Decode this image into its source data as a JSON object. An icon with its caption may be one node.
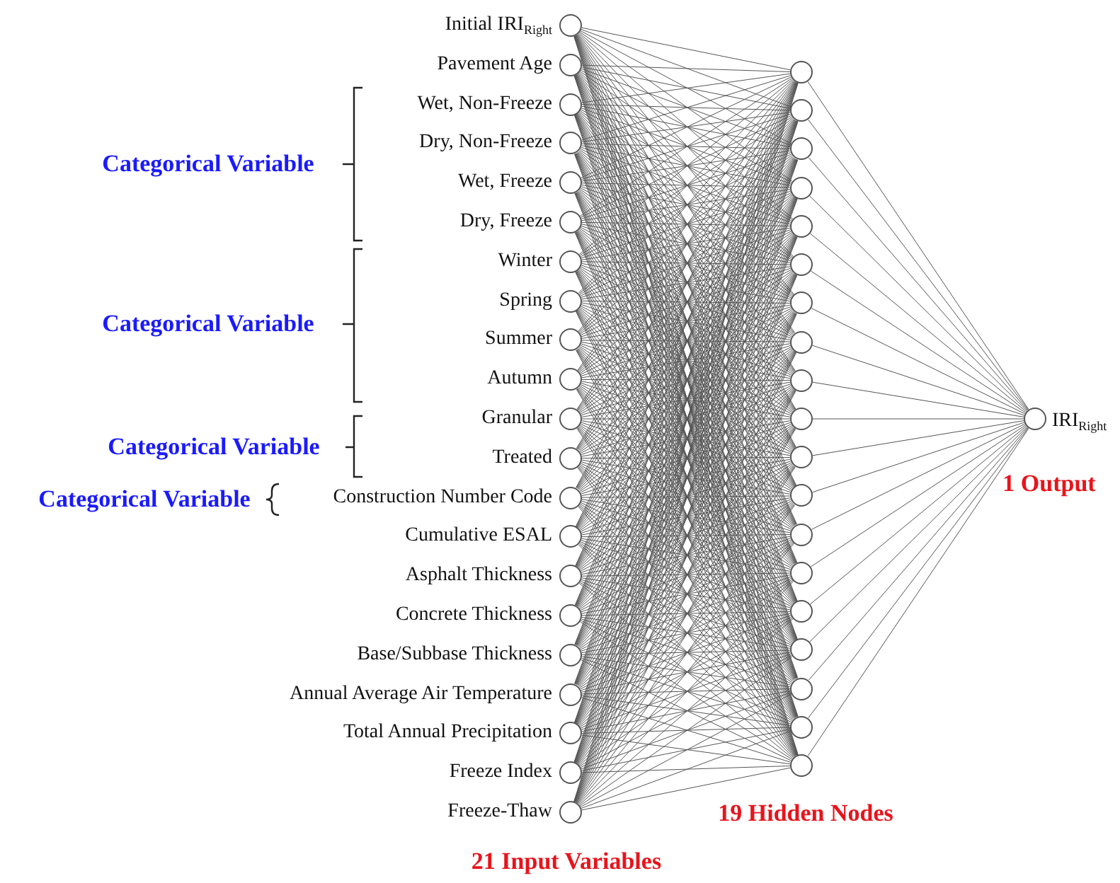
{
  "diagram": {
    "nodes": [
      {
        "text": [],
        "shape": "circle",
        "beside": [
          "Initial IRI$_{Right}$"
        ]
      },
      {
        "text": [],
        "shape": "circle",
        "beside": [
          "Pavement Age"
        ]
      },
      {
        "text": [],
        "shape": "circle",
        "beside": [
          "Wet, Non-Freeze"
        ]
      },
      {
        "text": [],
        "shape": "circle",
        "beside": [
          "Dry, Non-Freeze"
        ]
      },
      {
        "text": [],
        "shape": "circle",
        "beside": [
          "Wet, Freeze"
        ]
      },
      {
        "text": [],
        "shape": "circle",
        "beside": [
          "Dry, Freeze"
        ]
      },
      {
        "text": [],
        "shape": "circle",
        "beside": [
          "Winter"
        ]
      },
      {
        "text": [],
        "shape": "circle",
        "beside": [
          "Spring"
        ]
      },
      {
        "text": [],
        "shape": "circle",
        "beside": [
          "Summer"
        ]
      },
      {
        "text": [],
        "shape": "circle",
        "beside": [
          "Autumn"
        ]
      },
      {
        "text": [],
        "shape": "circle",
        "beside": [
          "Granular"
        ]
      },
      {
        "text": [],
        "shape": "circle",
        "beside": [
          "Treated"
        ]
      },
      {
        "text": [],
        "shape": "circle",
        "beside": [
          "Construction Number Code"
        ]
      },
      {
        "text": [],
        "shape": "circle",
        "beside": [
          "Cumulative ESAL"
        ]
      },
      {
        "text": [],
        "shape": "circle",
        "beside": [
          "Asphalt Thickness"
        ]
      },
      {
        "text": [],
        "shape": "circle",
        "beside": [
          "Concrete Thickness"
        ]
      },
      {
        "text": [],
        "shape": "circle",
        "beside": [
          "Base/Subbase Thickness"
        ]
      },
      {
        "text": [],
        "shape": "circle",
        "beside": [
          "Annual Average Air Temperature"
        ]
      },
      {
        "text": [],
        "shape": "circle",
        "beside": [
          "Total Annual Precipitation"
        ]
      },
      {
        "text": [],
        "shape": "circle",
        "beside": [
          "Freeze Index"
        ]
      },
      {
        "text": [],
        "shape": "circle",
        "beside": [
          "Freeze-Thaw"
        ]
      },
      {
        "text": [],
        "shape": "circle"
      },
      {
        "text": [],
        "shape": "circle"
      },
      {
        "text": [],
        "shape": "circle"
      },
      {
        "text": [],
        "shape": "circle"
      },
      {
        "text": [],
        "shape": "circle"
      },
      {
        "text": [],
        "shape": "circle"
      },
      {
        "text": [],
        "shape": "circle"
      },
      {
        "text": [],
        "shape": "circle"
      },
      {
        "text": [],
        "shape": "circle"
      },
      {
        "text": [],
        "shape": "circle"
      },
      {
        "text": [],
        "shape": "circle"
      },
      {
        "text": [],
        "shape": "circle"
      },
      {
        "text": [],
        "shape": "circle"
      },
      {
        "text": [],
        "shape": "circle"
      },
      {
        "text": [],
        "shape": "circle"
      },
      {
        "text": [],
        "shape": "circle"
      },
      {
        "text": [],
        "shape": "circle"
      },
      {
        "text": [],
        "shape": "circle"
      },
      {
        "text": [],
        "shape": "circle"
      },
      {
        "text": [],
        "shape": "circle",
        "beside": [
          "IRI$_{Right}$"
        ]
      }
    ],
    "edges": [
      {
        "from": 0,
        "to": 21,
        "arrow": "none"
      },
      {
        "from": 0,
        "to": 22,
        "arrow": "none"
      },
      {
        "from": 0,
        "to": 23,
        "arrow": "none"
      },
      {
        "from": 0,
        "to": 24,
        "arrow": "none"
      },
      {
        "from": 0,
        "to": 25,
        "arrow": "none"
      },
      {
        "from": 0,
        "to": 26,
        "arrow": "none"
      },
      {
        "from": 0,
        "to": 27,
        "arrow": "none"
      },
      {
        "from": 0,
        "to": 28,
        "arrow": "none"
      },
      {
        "from": 0,
        "to": 29,
        "arrow": "none"
      },
      {
        "from": 0,
        "to": 30,
        "arrow": "none"
      },
      {
        "from": 0,
        "to": 31,
        "arrow": "none"
      },
      {
        "from": 0,
        "to": 32,
        "arrow": "none"
      },
      {
        "from": 0,
        "to": 33,
        "arrow": "none"
      },
      {
        "from": 0,
        "to": 34,
        "arrow": "none"
      },
      {
        "from": 0,
        "to": 35,
        "arrow": "none"
      },
      {
        "from": 0,
        "to": 36,
        "arrow": "none"
      },
      {
        "from": 0,
        "to": 37,
        "arrow": "none"
      },
      {
        "from": 0,
        "to": 38,
        "arrow": "none"
      },
      {
        "from": 0,
        "to": 39,
        "arrow": "none"
      },
      {
        "from": 1,
        "to": 21,
        "arrow": "none"
      },
      {
        "from": 1,
        "to": 22,
        "arrow": "none"
      },
      {
        "from": 1,
        "to": 23,
        "arrow": "none"
      },
      {
        "from": 1,
        "to": 24,
        "arrow": "none"
      },
      {
        "from": 1,
        "to": 25,
        "arrow": "none"
      },
      {
        "from": 1,
        "to": 26,
        "arrow": "none"
      },
      {
        "from": 1,
        "to": 27,
        "arrow": "none"
      },
      {
        "from": 1,
        "to": 28,
        "arrow": "none"
      },
      {
        "from": 1,
        "to": 29,
        "arrow": "none"
      },
      {
        "from": 1,
        "to": 30,
        "arrow": "none"
      },
      {
        "from": 1,
        "to": 31,
        "arrow": "none"
      },
      {
        "from": 1,
        "to": 32,
        "arrow": "none"
      },
      {
        "from": 1,
        "to": 33,
        "arrow": "none"
      },
      {
        "from": 1,
        "to": 34,
        "arrow": "none"
      },
      {
        "from": 1,
        "to": 35,
        "arrow": "none"
      },
      {
        "from": 1,
        "to": 36,
        "arrow": "none"
      },
      {
        "from": 1,
        "to": 37,
        "arrow": "none"
      },
      {
        "from": 1,
        "to": 38,
        "arrow": "none"
      },
      {
        "from": 1,
        "to": 39,
        "arrow": "none"
      },
      {
        "from": 2,
        "to": 21,
        "arrow": "none"
      },
      {
        "from": 2,
        "to": 22,
        "arrow": "none"
      },
      {
        "from": 2,
        "to": 23,
        "arrow": "none"
      },
      {
        "from": 2,
        "to": 24,
        "arrow": "none"
      },
      {
        "from": 2,
        "to": 25,
        "arrow": "none"
      },
      {
        "from": 2,
        "to": 26,
        "arrow": "none"
      },
      {
        "from": 2,
        "to": 27,
        "arrow": "none"
      },
      {
        "from": 2,
        "to": 28,
        "arrow": "none"
      },
      {
        "from": 2,
        "to": 29,
        "arrow": "none"
      },
      {
        "from": 2,
        "to": 30,
        "arrow": "none"
      },
      {
        "from": 2,
        "to": 31,
        "arrow": "none"
      },
      {
        "from": 2,
        "to": 32,
        "arrow": "none"
      },
      {
        "from": 2,
        "to": 33,
        "arrow": "none"
      },
      {
        "from": 2,
        "to": 34,
        "arrow": "none"
      },
      {
        "from": 2,
        "to": 35,
        "arrow": "none"
      },
      {
        "from": 2,
        "to": 36,
        "arrow": "none"
      },
      {
        "from": 2,
        "to": 37,
        "arrow": "none"
      },
      {
        "from": 2,
        "to": 38,
        "arrow": "none"
      },
      {
        "from": 2,
        "to": 39,
        "arrow": "none"
      },
      {
        "from": 3,
        "to": 21,
        "arrow": "none"
      },
      {
        "from": 3,
        "to": 22,
        "arrow": "none"
      },
      {
        "from": 3,
        "to": 23,
        "arrow": "none"
      },
      {
        "from": 3,
        "to": 24,
        "arrow": "none"
      },
      {
        "from": 3,
        "to": 25,
        "arrow": "none"
      },
      {
        "from": 3,
        "to": 26,
        "arrow": "none"
      },
      {
        "from": 3,
        "to": 27,
        "arrow": "none"
      },
      {
        "from": 3,
        "to": 28,
        "arrow": "none"
      },
      {
        "from": 3,
        "to": 29,
        "arrow": "none"
      },
      {
        "from": 3,
        "to": 30,
        "arrow": "none"
      },
      {
        "from": 3,
        "to": 31,
        "arrow": "none"
      },
      {
        "from": 3,
        "to": 32,
        "arrow": "none"
      },
      {
        "from": 3,
        "to": 33,
        "arrow": "none"
      },
      {
        "from": 3,
        "to": 34,
        "arrow": "none"
      },
      {
        "from": 3,
        "to": 35,
        "arrow": "none"
      },
      {
        "from": 3,
        "to": 36,
        "arrow": "none"
      },
      {
        "from": 3,
        "to": 37,
        "arrow": "none"
      },
      {
        "from": 3,
        "to": 38,
        "arrow": "none"
      },
      {
        "from": 3,
        "to": 39,
        "arrow": "none"
      },
      {
        "from": 4,
        "to": 21,
        "arrow": "none"
      },
      {
        "from": 4,
        "to": 22,
        "arrow": "none"
      },
      {
        "from": 4,
        "to": 23,
        "arrow": "none"
      },
      {
        "from": 4,
        "to": 24,
        "arrow": "none"
      },
      {
        "from": 4,
        "to": 25,
        "arrow": "none"
      },
      {
        "from": 4,
        "to": 26,
        "arrow": "none"
      },
      {
        "from": 4,
        "to": 27,
        "arrow": "none"
      },
      {
        "from": 4,
        "to": 28,
        "arrow": "none"
      },
      {
        "from": 4,
        "to": 29,
        "arrow": "none"
      },
      {
        "from": 4,
        "to": 30,
        "arrow": "none"
      },
      {
        "from": 4,
        "to": 31,
        "arrow": "none"
      },
      {
        "from": 4,
        "to": 32,
        "arrow": "none"
      },
      {
        "from": 4,
        "to": 33,
        "arrow": "none"
      },
      {
        "from": 4,
        "to": 34,
        "arrow": "none"
      },
      {
        "from": 4,
        "to": 35,
        "arrow": "none"
      },
      {
        "from": 4,
        "to": 36,
        "arrow": "none"
      },
      {
        "from": 4,
        "to": 37,
        "arrow": "none"
      },
      {
        "from": 4,
        "to": 38,
        "arrow": "none"
      },
      {
        "from": 4,
        "to": 39,
        "arrow": "none"
      },
      {
        "from": 5,
        "to": 21,
        "arrow": "none"
      },
      {
        "from": 5,
        "to": 22,
        "arrow": "none"
      },
      {
        "from": 5,
        "to": 23,
        "arrow": "none"
      },
      {
        "from": 5,
        "to": 24,
        "arrow": "none"
      },
      {
        "from": 5,
        "to": 25,
        "arrow": "none"
      },
      {
        "from": 5,
        "to": 26,
        "arrow": "none"
      },
      {
        "from": 5,
        "to": 27,
        "arrow": "none"
      },
      {
        "from": 5,
        "to": 28,
        "arrow": "none"
      },
      {
        "from": 5,
        "to": 29,
        "arrow": "none"
      },
      {
        "from": 5,
        "to": 30,
        "arrow": "none"
      },
      {
        "from": 5,
        "to": 31,
        "arrow": "none"
      },
      {
        "from": 5,
        "to": 32,
        "arrow": "none"
      },
      {
        "from": 5,
        "to": 33,
        "arrow": "none"
      },
      {
        "from": 5,
        "to": 34,
        "arrow": "none"
      },
      {
        "from": 5,
        "to": 35,
        "arrow": "none"
      },
      {
        "from": 5,
        "to": 36,
        "arrow": "none"
      },
      {
        "from": 5,
        "to": 37,
        "arrow": "none"
      },
      {
        "from": 5,
        "to": 38,
        "arrow": "none"
      },
      {
        "from": 5,
        "to": 39,
        "arrow": "none"
      },
      {
        "from": 6,
        "to": 21,
        "arrow": "none"
      },
      {
        "from": 6,
        "to": 22,
        "arrow": "none"
      },
      {
        "from": 6,
        "to": 23,
        "arrow": "none"
      },
      {
        "from": 6,
        "to": 24,
        "arrow": "none"
      },
      {
        "from": 6,
        "to": 25,
        "arrow": "none"
      },
      {
        "from": 6,
        "to": 26,
        "arrow": "none"
      },
      {
        "from": 6,
        "to": 27,
        "arrow": "none"
      },
      {
        "from": 6,
        "to": 28,
        "arrow": "none"
      },
      {
        "from": 6,
        "to": 29,
        "arrow": "none"
      },
      {
        "from": 6,
        "to": 30,
        "arrow": "none"
      },
      {
        "from": 6,
        "to": 31,
        "arrow": "none"
      },
      {
        "from": 6,
        "to": 32,
        "arrow": "none"
      },
      {
        "from": 6,
        "to": 33,
        "arrow": "none"
      },
      {
        "from": 6,
        "to": 34,
        "arrow": "none"
      },
      {
        "from": 6,
        "to": 35,
        "arrow": "none"
      },
      {
        "from": 6,
        "to": 36,
        "arrow": "none"
      },
      {
        "from": 6,
        "to": 37,
        "arrow": "none"
      },
      {
        "from": 6,
        "to": 38,
        "arrow": "none"
      },
      {
        "from": 6,
        "to": 39,
        "arrow": "none"
      },
      {
        "from": 7,
        "to": 21,
        "arrow": "none"
      },
      {
        "from": 7,
        "to": 22,
        "arrow": "none"
      },
      {
        "from": 7,
        "to": 23,
        "arrow": "none"
      },
      {
        "from": 7,
        "to": 24,
        "arrow": "none"
      },
      {
        "from": 7,
        "to": 25,
        "arrow": "none"
      },
      {
        "from": 7,
        "to": 26,
        "arrow": "none"
      },
      {
        "from": 7,
        "to": 27,
        "arrow": "none"
      },
      {
        "from": 7,
        "to": 28,
        "arrow": "none"
      },
      {
        "from": 7,
        "to": 29,
        "arrow": "none"
      },
      {
        "from": 7,
        "to": 30,
        "arrow": "none"
      },
      {
        "from": 7,
        "to": 31,
        "arrow": "none"
      },
      {
        "from": 7,
        "to": 32,
        "arrow": "none"
      },
      {
        "from": 7,
        "to": 33,
        "arrow": "none"
      },
      {
        "from": 7,
        "to": 34,
        "arrow": "none"
      },
      {
        "from": 7,
        "to": 35,
        "arrow": "none"
      },
      {
        "from": 7,
        "to": 36,
        "arrow": "none"
      },
      {
        "from": 7,
        "to": 37,
        "arrow": "none"
      },
      {
        "from": 7,
        "to": 38,
        "arrow": "none"
      },
      {
        "from": 7,
        "to": 39,
        "arrow": "none"
      },
      {
        "from": 8,
        "to": 21,
        "arrow": "none"
      },
      {
        "from": 8,
        "to": 22,
        "arrow": "none"
      },
      {
        "from": 8,
        "to": 23,
        "arrow": "none"
      },
      {
        "from": 8,
        "to": 24,
        "arrow": "none"
      },
      {
        "from": 8,
        "to": 25,
        "arrow": "none"
      },
      {
        "from": 8,
        "to": 26,
        "arrow": "none"
      },
      {
        "from": 8,
        "to": 27,
        "arrow": "none"
      },
      {
        "from": 8,
        "to": 28,
        "arrow": "none"
      },
      {
        "from": 8,
        "to": 29,
        "arrow": "none"
      },
      {
        "from": 8,
        "to": 30,
        "arrow": "none"
      },
      {
        "from": 8,
        "to": 31,
        "arrow": "none"
      },
      {
        "from": 8,
        "to": 32,
        "arrow": "none"
      },
      {
        "from": 8,
        "to": 33,
        "arrow": "none"
      },
      {
        "from": 8,
        "to": 34,
        "arrow": "none"
      },
      {
        "from": 8,
        "to": 35,
        "arrow": "none"
      },
      {
        "from": 8,
        "to": 36,
        "arrow": "none"
      },
      {
        "from": 8,
        "to": 37,
        "arrow": "none"
      },
      {
        "from": 8,
        "to": 38,
        "arrow": "none"
      },
      {
        "from": 8,
        "to": 39,
        "arrow": "none"
      },
      {
        "from": 9,
        "to": 21,
        "arrow": "none"
      },
      {
        "from": 9,
        "to": 22,
        "arrow": "none"
      },
      {
        "from": 9,
        "to": 23,
        "arrow": "none"
      },
      {
        "from": 9,
        "to": 24,
        "arrow": "none"
      },
      {
        "from": 9,
        "to": 25,
        "arrow": "none"
      },
      {
        "from": 9,
        "to": 26,
        "arrow": "none"
      },
      {
        "from": 9,
        "to": 27,
        "arrow": "none"
      },
      {
        "from": 9,
        "to": 28,
        "arrow": "none"
      },
      {
        "from": 9,
        "to": 29,
        "arrow": "none"
      },
      {
        "from": 9,
        "to": 30,
        "arrow": "none"
      },
      {
        "from": 9,
        "to": 31,
        "arrow": "none"
      },
      {
        "from": 9,
        "to": 32,
        "arrow": "none"
      },
      {
        "from": 9,
        "to": 33,
        "arrow": "none"
      },
      {
        "from": 9,
        "to": 34,
        "arrow": "none"
      },
      {
        "from": 9,
        "to": 35,
        "arrow": "none"
      },
      {
        "from": 9,
        "to": 36,
        "arrow": "none"
      },
      {
        "from": 9,
        "to": 37,
        "arrow": "none"
      },
      {
        "from": 9,
        "to": 38,
        "arrow": "none"
      },
      {
        "from": 9,
        "to": 39,
        "arrow": "none"
      },
      {
        "from": 10,
        "to": 21,
        "arrow": "none"
      },
      {
        "from": 10,
        "to": 22,
        "arrow": "none"
      },
      {
        "from": 10,
        "to": 23,
        "arrow": "none"
      },
      {
        "from": 10,
        "to": 24,
        "arrow": "none"
      },
      {
        "from": 10,
        "to": 25,
        "arrow": "none"
      },
      {
        "from": 10,
        "to": 26,
        "arrow": "none"
      },
      {
        "from": 10,
        "to": 27,
        "arrow": "none"
      },
      {
        "from": 10,
        "to": 28,
        "arrow": "none"
      },
      {
        "from": 10,
        "to": 29,
        "arrow": "none"
      },
      {
        "from": 10,
        "to": 30,
        "arrow": "none"
      },
      {
        "from": 10,
        "to": 31,
        "arrow": "none"
      },
      {
        "from": 10,
        "to": 32,
        "arrow": "none"
      },
      {
        "from": 10,
        "to": 33,
        "arrow": "none"
      },
      {
        "from": 10,
        "to": 34,
        "arrow": "none"
      },
      {
        "from": 10,
        "to": 35,
        "arrow": "none"
      },
      {
        "from": 10,
        "to": 36,
        "arrow": "none"
      },
      {
        "from": 10,
        "to": 37,
        "arrow": "none"
      },
      {
        "from": 10,
        "to": 38,
        "arrow": "none"
      },
      {
        "from": 10,
        "to": 39,
        "arrow": "none"
      },
      {
        "from": 11,
        "to": 21,
        "arrow": "none"
      },
      {
        "from": 11,
        "to": 22,
        "arrow": "none"
      },
      {
        "from": 11,
        "to": 23,
        "arrow": "none"
      },
      {
        "from": 11,
        "to": 24,
        "arrow": "none"
      },
      {
        "from": 11,
        "to": 25,
        "arrow": "none"
      },
      {
        "from": 11,
        "to": 26,
        "arrow": "none"
      },
      {
        "from": 11,
        "to": 27,
        "arrow": "none"
      },
      {
        "from": 11,
        "to": 28,
        "arrow": "none"
      },
      {
        "from": 11,
        "to": 29,
        "arrow": "none"
      },
      {
        "from": 11,
        "to": 30,
        "arrow": "none"
      },
      {
        "from": 11,
        "to": 31,
        "arrow": "none"
      },
      {
        "from": 11,
        "to": 32,
        "arrow": "none"
      },
      {
        "from": 11,
        "to": 33,
        "arrow": "none"
      },
      {
        "from": 11,
        "to": 34,
        "arrow": "none"
      },
      {
        "from": 11,
        "to": 35,
        "arrow": "none"
      },
      {
        "from": 11,
        "to": 36,
        "arrow": "none"
      },
      {
        "from": 11,
        "to": 37,
        "arrow": "none"
      },
      {
        "from": 11,
        "to": 38,
        "arrow": "none"
      },
      {
        "from": 11,
        "to": 39,
        "arrow": "none"
      },
      {
        "from": 12,
        "to": 21,
        "arrow": "none"
      },
      {
        "from": 12,
        "to": 22,
        "arrow": "none"
      },
      {
        "from": 12,
        "to": 23,
        "arrow": "none"
      },
      {
        "from": 12,
        "to": 24,
        "arrow": "none"
      },
      {
        "from": 12,
        "to": 25,
        "arrow": "none"
      },
      {
        "from": 12,
        "to": 26,
        "arrow": "none"
      },
      {
        "from": 12,
        "to": 27,
        "arrow": "none"
      },
      {
        "from": 12,
        "to": 28,
        "arrow": "none"
      },
      {
        "from": 12,
        "to": 29,
        "arrow": "none"
      },
      {
        "from": 12,
        "to": 30,
        "arrow": "none"
      },
      {
        "from": 12,
        "to": 31,
        "arrow": "none"
      },
      {
        "from": 12,
        "to": 32,
        "arrow": "none"
      },
      {
        "from": 12,
        "to": 33,
        "arrow": "none"
      },
      {
        "from": 12,
        "to": 34,
        "arrow": "none"
      },
      {
        "from": 12,
        "to": 35,
        "arrow": "none"
      },
      {
        "from": 12,
        "to": 36,
        "arrow": "none"
      },
      {
        "from": 12,
        "to": 37,
        "arrow": "none"
      },
      {
        "from": 12,
        "to": 38,
        "arrow": "none"
      },
      {
        "from": 12,
        "to": 39,
        "arrow": "none"
      },
      {
        "from": 13,
        "to": 21,
        "arrow": "none"
      },
      {
        "from": 13,
        "to": 22,
        "arrow": "none"
      },
      {
        "from": 13,
        "to": 23,
        "arrow": "none"
      },
      {
        "from": 13,
        "to": 24,
        "arrow": "none"
      },
      {
        "from": 13,
        "to": 25,
        "arrow": "none"
      },
      {
        "from": 13,
        "to": 26,
        "arrow": "none"
      },
      {
        "from": 13,
        "to": 27,
        "arrow": "none"
      },
      {
        "from": 13,
        "to": 28,
        "arrow": "none"
      },
      {
        "from": 13,
        "to": 29,
        "arrow": "none"
      },
      {
        "from": 13,
        "to": 30,
        "arrow": "none"
      },
      {
        "from": 13,
        "to": 31,
        "arrow": "none"
      },
      {
        "from": 13,
        "to": 32,
        "arrow": "none"
      },
      {
        "from": 13,
        "to": 33,
        "arrow": "none"
      },
      {
        "from": 13,
        "to": 34,
        "arrow": "none"
      },
      {
        "from": 13,
        "to": 35,
        "arrow": "none"
      },
      {
        "from": 13,
        "to": 36,
        "arrow": "none"
      },
      {
        "from": 13,
        "to": 37,
        "arrow": "none"
      },
      {
        "from": 13,
        "to": 38,
        "arrow": "none"
      },
      {
        "from": 13,
        "to": 39,
        "arrow": "none"
      },
      {
        "from": 14,
        "to": 21,
        "arrow": "none"
      },
      {
        "from": 14,
        "to": 22,
        "arrow": "none"
      },
      {
        "from": 14,
        "to": 23,
        "arrow": "none"
      },
      {
        "from": 14,
        "to": 24,
        "arrow": "none"
      },
      {
        "from": 14,
        "to": 25,
        "arrow": "none"
      },
      {
        "from": 14,
        "to": 26,
        "arrow": "none"
      },
      {
        "from": 14,
        "to": 27,
        "arrow": "none"
      },
      {
        "from": 14,
        "to": 28,
        "arrow": "none"
      },
      {
        "from": 14,
        "to": 29,
        "arrow": "none"
      },
      {
        "from": 14,
        "to": 30,
        "arrow": "none"
      },
      {
        "from": 14,
        "to": 31,
        "arrow": "none"
      },
      {
        "from": 14,
        "to": 32,
        "arrow": "none"
      },
      {
        "from": 14,
        "to": 33,
        "arrow": "none"
      },
      {
        "from": 14,
        "to": 34,
        "arrow": "none"
      },
      {
        "from": 14,
        "to": 35,
        "arrow": "none"
      },
      {
        "from": 14,
        "to": 36,
        "arrow": "none"
      },
      {
        "from": 14,
        "to": 37,
        "arrow": "none"
      },
      {
        "from": 14,
        "to": 38,
        "arrow": "none"
      },
      {
        "from": 14,
        "to": 39,
        "arrow": "none"
      },
      {
        "from": 15,
        "to": 21,
        "arrow": "none"
      },
      {
        "from": 15,
        "to": 22,
        "arrow": "none"
      },
      {
        "from": 15,
        "to": 23,
        "arrow": "none"
      },
      {
        "from": 15,
        "to": 24,
        "arrow": "none"
      },
      {
        "from": 15,
        "to": 25,
        "arrow": "none"
      },
      {
        "from": 15,
        "to": 26,
        "arrow": "none"
      },
      {
        "from": 15,
        "to": 27,
        "arrow": "none"
      },
      {
        "from": 15,
        "to": 28,
        "arrow": "none"
      },
      {
        "from": 15,
        "to": 29,
        "arrow": "none"
      },
      {
        "from": 15,
        "to": 30,
        "arrow": "none"
      },
      {
        "from": 15,
        "to": 31,
        "arrow": "none"
      },
      {
        "from": 15,
        "to": 32,
        "arrow": "none"
      },
      {
        "from": 15,
        "to": 33,
        "arrow": "none"
      },
      {
        "from": 15,
        "to": 34,
        "arrow": "none"
      },
      {
        "from": 15,
        "to": 35,
        "arrow": "none"
      },
      {
        "from": 15,
        "to": 36,
        "arrow": "none"
      },
      {
        "from": 15,
        "to": 37,
        "arrow": "none"
      },
      {
        "from": 15,
        "to": 38,
        "arrow": "none"
      },
      {
        "from": 15,
        "to": 39,
        "arrow": "none"
      },
      {
        "from": 16,
        "to": 21,
        "arrow": "none"
      },
      {
        "from": 16,
        "to": 22,
        "arrow": "none"
      },
      {
        "from": 16,
        "to": 23,
        "arrow": "none"
      },
      {
        "from": 16,
        "to": 24,
        "arrow": "none"
      },
      {
        "from": 16,
        "to": 25,
        "arrow": "none"
      },
      {
        "from": 16,
        "to": 26,
        "arrow": "none"
      },
      {
        "from": 16,
        "to": 27,
        "arrow": "none"
      },
      {
        "from": 16,
        "to": 28,
        "arrow": "none"
      },
      {
        "from": 16,
        "to": 29,
        "arrow": "none"
      },
      {
        "from": 16,
        "to": 30,
        "arrow": "none"
      },
      {
        "from": 16,
        "to": 31,
        "arrow": "none"
      },
      {
        "from": 16,
        "to": 32,
        "arrow": "none"
      },
      {
        "from": 16,
        "to": 33,
        "arrow": "none"
      },
      {
        "from": 16,
        "to": 34,
        "arrow": "none"
      },
      {
        "from": 16,
        "to": 35,
        "arrow": "none"
      },
      {
        "from": 16,
        "to": 36,
        "arrow": "none"
      },
      {
        "from": 16,
        "to": 37,
        "arrow": "none"
      },
      {
        "from": 16,
        "to": 38,
        "arrow": "none"
      },
      {
        "from": 16,
        "to": 39,
        "arrow": "none"
      },
      {
        "from": 17,
        "to": 21,
        "arrow": "none"
      },
      {
        "from": 17,
        "to": 22,
        "arrow": "none"
      },
      {
        "from": 17,
        "to": 23,
        "arrow": "none"
      },
      {
        "from": 17,
        "to": 24,
        "arrow": "none"
      },
      {
        "from": 17,
        "to": 25,
        "arrow": "none"
      },
      {
        "from": 17,
        "to": 26,
        "arrow": "none"
      },
      {
        "from": 17,
        "to": 27,
        "arrow": "none"
      },
      {
        "from": 17,
        "to": 28,
        "arrow": "none"
      },
      {
        "from": 17,
        "to": 29,
        "arrow": "none"
      },
      {
        "from": 17,
        "to": 30,
        "arrow": "none"
      },
      {
        "from": 17,
        "to": 31,
        "arrow": "none"
      },
      {
        "from": 17,
        "to": 32,
        "arrow": "none"
      },
      {
        "from": 17,
        "to": 33,
        "arrow": "none"
      },
      {
        "from": 17,
        "to": 34,
        "arrow": "none"
      },
      {
        "from": 17,
        "to": 35,
        "arrow": "none"
      },
      {
        "from": 17,
        "to": 36,
        "arrow": "none"
      },
      {
        "from": 17,
        "to": 37,
        "arrow": "none"
      },
      {
        "from": 17,
        "to": 38,
        "arrow": "none"
      },
      {
        "from": 17,
        "to": 39,
        "arrow": "none"
      },
      {
        "from": 18,
        "to": 21,
        "arrow": "none"
      },
      {
        "from": 18,
        "to": 22,
        "arrow": "none"
      },
      {
        "from": 18,
        "to": 23,
        "arrow": "none"
      },
      {
        "from": 18,
        "to": 24,
        "arrow": "none"
      },
      {
        "from": 18,
        "to": 25,
        "arrow": "none"
      },
      {
        "from": 18,
        "to": 26,
        "arrow": "none"
      },
      {
        "from": 18,
        "to": 27,
        "arrow": "none"
      },
      {
        "from": 18,
        "to": 28,
        "arrow": "none"
      },
      {
        "from": 18,
        "to": 29,
        "arrow": "none"
      },
      {
        "from": 18,
        "to": 30,
        "arrow": "none"
      },
      {
        "from": 18,
        "to": 31,
        "arrow": "none"
      },
      {
        "from": 18,
        "to": 32,
        "arrow": "none"
      },
      {
        "from": 18,
        "to": 33,
        "arrow": "none"
      },
      {
        "from": 18,
        "to": 34,
        "arrow": "none"
      },
      {
        "from": 18,
        "to": 35,
        "arrow": "none"
      },
      {
        "from": 18,
        "to": 36,
        "arrow": "none"
      },
      {
        "from": 18,
        "to": 37,
        "arrow": "none"
      },
      {
        "from": 18,
        "to": 38,
        "arrow": "none"
      },
      {
        "from": 18,
        "to": 39,
        "arrow": "none"
      },
      {
        "from": 19,
        "to": 21,
        "arrow": "none"
      },
      {
        "from": 19,
        "to": 22,
        "arrow": "none"
      },
      {
        "from": 19,
        "to": 23,
        "arrow": "none"
      },
      {
        "from": 19,
        "to": 24,
        "arrow": "none"
      },
      {
        "from": 19,
        "to": 25,
        "arrow": "none"
      },
      {
        "from": 19,
        "to": 26,
        "arrow": "none"
      },
      {
        "from": 19,
        "to": 27,
        "arrow": "none"
      },
      {
        "from": 19,
        "to": 28,
        "arrow": "none"
      },
      {
        "from": 19,
        "to": 29,
        "arrow": "none"
      },
      {
        "from": 19,
        "to": 30,
        "arrow": "none"
      },
      {
        "from": 19,
        "to": 31,
        "arrow": "none"
      },
      {
        "from": 19,
        "to": 32,
        "arrow": "none"
      },
      {
        "from": 19,
        "to": 33,
        "arrow": "none"
      },
      {
        "from": 19,
        "to": 34,
        "arrow": "none"
      },
      {
        "from": 19,
        "to": 35,
        "arrow": "none"
      },
      {
        "from": 19,
        "to": 36,
        "arrow": "none"
      },
      {
        "from": 19,
        "to": 37,
        "arrow": "none"
      },
      {
        "from": 19,
        "to": 38,
        "arrow": "none"
      },
      {
        "from": 19,
        "to": 39,
        "arrow": "none"
      },
      {
        "from": 20,
        "to": 21,
        "arrow": "none"
      },
      {
        "from": 20,
        "to": 22,
        "arrow": "none"
      },
      {
        "from": 20,
        "to": 23,
        "arrow": "none"
      },
      {
        "from": 20,
        "to": 24,
        "arrow": "none"
      },
      {
        "from": 20,
        "to": 25,
        "arrow": "none"
      },
      {
        "from": 20,
        "to": 26,
        "arrow": "none"
      },
      {
        "from": 20,
        "to": 27,
        "arrow": "none"
      },
      {
        "from": 20,
        "to": 28,
        "arrow": "none"
      },
      {
        "from": 20,
        "to": 29,
        "arrow": "none"
      },
      {
        "from": 20,
        "to": 30,
        "arrow": "none"
      },
      {
        "from": 20,
        "to": 31,
        "arrow": "none"
      },
      {
        "from": 20,
        "to": 32,
        "arrow": "none"
      },
      {
        "from": 20,
        "to": 33,
        "arrow": "none"
      },
      {
        "from": 20,
        "to": 34,
        "arrow": "none"
      },
      {
        "from": 20,
        "to": 35,
        "arrow": "none"
      },
      {
        "from": 20,
        "to": 36,
        "arrow": "none"
      },
      {
        "from": 20,
        "to": 37,
        "arrow": "none"
      },
      {
        "from": 20,
        "to": 38,
        "arrow": "none"
      },
      {
        "from": 20,
        "to": 39,
        "arrow": "none"
      },
      {
        "from": 21,
        "to": 40,
        "arrow": "none"
      },
      {
        "from": 22,
        "to": 40,
        "arrow": "none"
      },
      {
        "from": 23,
        "to": 40,
        "arrow": "none"
      },
      {
        "from": 24,
        "to": 40,
        "arrow": "none"
      },
      {
        "from": 25,
        "to": 40,
        "arrow": "none"
      },
      {
        "from": 26,
        "to": 40,
        "arrow": "none"
      },
      {
        "from": 27,
        "to": 40,
        "arrow": "none"
      },
      {
        "from": 28,
        "to": 40,
        "arrow": "none"
      },
      {
        "from": 29,
        "to": 40,
        "arrow": "none"
      },
      {
        "from": 30,
        "to": 40,
        "arrow": "none"
      },
      {
        "from": 31,
        "to": 40,
        "arrow": "none"
      },
      {
        "from": 32,
        "to": 40,
        "arrow": "none"
      },
      {
        "from": 33,
        "to": 40,
        "arrow": "none"
      },
      {
        "from": 34,
        "to": 40,
        "arrow": "none"
      },
      {
        "from": 35,
        "to": 40,
        "arrow": "none"
      },
      {
        "from": 36,
        "to": 40,
        "arrow": "none"
      },
      {
        "from": 37,
        "to": 40,
        "arrow": "none"
      },
      {
        "from": 38,
        "to": 40,
        "arrow": "none"
      },
      {
        "from": 39,
        "to": 40,
        "arrow": "none"
      }
    ],
    "labels": [
      "Categorical Variable",
      "Categorical Variable",
      "Categorical Variable",
      "Categorical Variable",
      "1 Output",
      "19 Hidden Nodes",
      "21 Input Variables"
    ]
  }
}
